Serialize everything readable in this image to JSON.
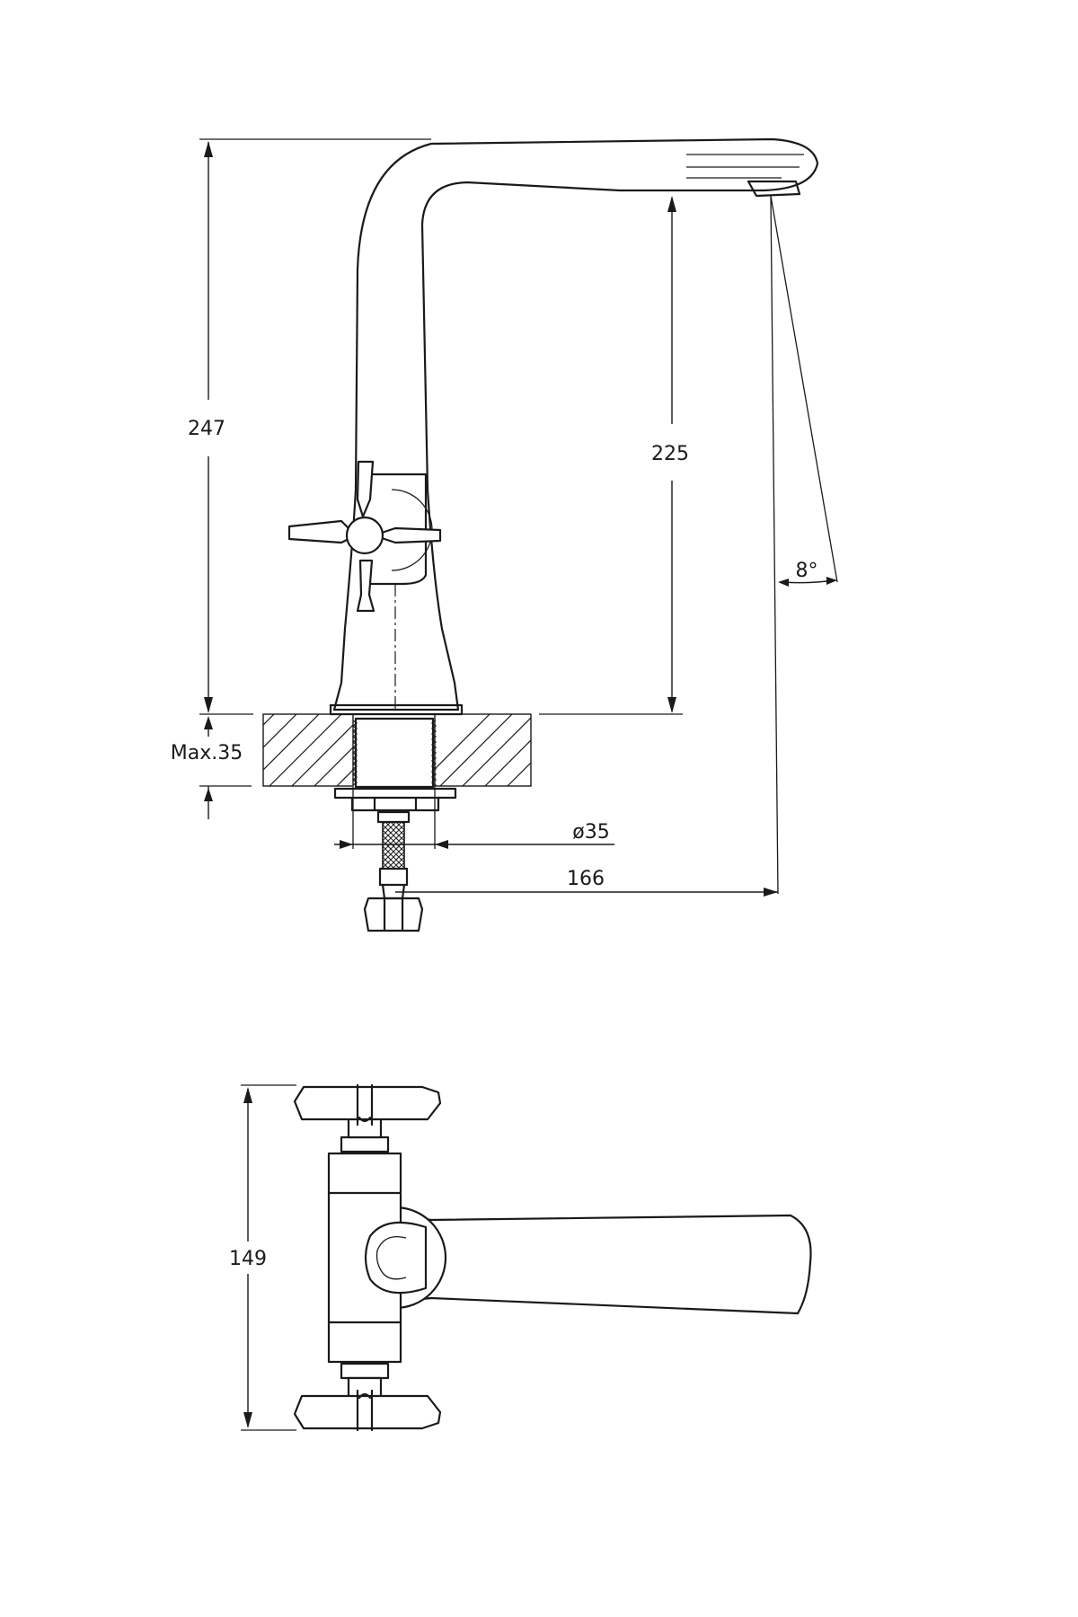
{
  "dimensions": {
    "total_height": "247",
    "spout_height": "225",
    "max_thickness": "Max.35",
    "hole_diameter": "ø35",
    "spout_reach": "166",
    "spout_angle": "8°",
    "plan_width": "149"
  }
}
